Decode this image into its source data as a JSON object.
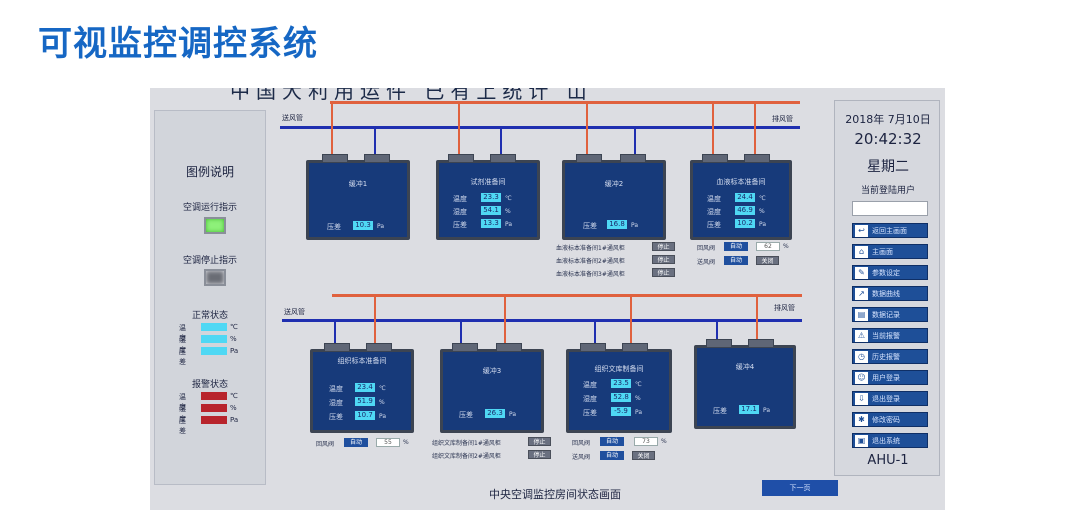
{
  "slide_title": "可视监控调控系统",
  "photo_top_clip": "中国大利用运件 已有上统计 山",
  "legend": {
    "title": "图例说明",
    "run_label": "空调运行指示",
    "stop_label": "空调停止指示",
    "normal_label": "正常状态",
    "alarm_label": "报警状态",
    "rows": [
      {
        "label": "温度",
        "unit": "℃"
      },
      {
        "label": "湿度",
        "unit": "%"
      },
      {
        "label": "压差",
        "unit": "Pa"
      }
    ],
    "colors": {
      "normal": "#4fd8f4",
      "alarm": "#b8242c",
      "run": "#8ef07a",
      "stop": "#6a6d75"
    }
  },
  "pipes": {
    "supply_top": "送风管",
    "exhaust_top": "排风管",
    "supply_bottom": "送风管",
    "exhaust_bottom": "排风管"
  },
  "units_top": [
    {
      "name": "缓冲1",
      "pressure": "10.3"
    },
    {
      "name": "试剂准备间",
      "temp": "23.3",
      "humidity": "54.1",
      "pressure": "13.3"
    },
    {
      "name": "缓冲2",
      "pressure": "16.8"
    },
    {
      "name": "血液标本准备间",
      "temp": "24.4",
      "humidity": "46.9",
      "pressure": "10.2"
    }
  ],
  "units_bottom": [
    {
      "name": "组织标本准备间",
      "temp": "23.4",
      "humidity": "51.9",
      "pressure": "10.7"
    },
    {
      "name": "缓冲3",
      "pressure": "26.3"
    },
    {
      "name": "组织文库制备间",
      "temp": "23.5",
      "humidity": "52.8",
      "pressure": "-5.9"
    },
    {
      "name": "缓冲4",
      "pressure": "17.1"
    }
  ],
  "labels": {
    "temp": "温度",
    "humidity": "湿度",
    "pressure": "压差",
    "unit_temp": "℃",
    "unit_hum": "%",
    "unit_pa": "Pa"
  },
  "top_controls": {
    "fan1": "血液标本准备间1#通风柜",
    "fan2": "血液标本准备间2#通风柜",
    "fan3": "血液标本准备间3#通风柜",
    "stop": "停止",
    "return_valve": "回风阀",
    "supply_valve": "送风阀",
    "auto": "自动",
    "off": "关闭",
    "valve_value": "62",
    "percent": "%"
  },
  "bottom_controls": {
    "return_valve_left": "回风阀",
    "auto_left": "自动",
    "value_left": "55",
    "percent": "%",
    "fan1": "组织文库制备间1#通风柜",
    "fan2": "组织文库制备间2#通风柜",
    "stop": "停止",
    "return_valve_right": "回风阀",
    "supply_valve_right": "送风阀",
    "auto_right": "自动",
    "off": "关闭",
    "value_right": "73"
  },
  "right_panel": {
    "date": "2018年 7月10日",
    "time": "20:42:32",
    "weekday": "星期二",
    "user_label": "当前登陆用户",
    "menu": [
      {
        "label": "返回主画面",
        "icon": "back-icon"
      },
      {
        "label": "主画面",
        "icon": "home-icon"
      },
      {
        "label": "参数设定",
        "icon": "settings-icon"
      },
      {
        "label": "数据曲线",
        "icon": "chart-icon"
      },
      {
        "label": "数据记录",
        "icon": "record-icon"
      },
      {
        "label": "当前报警",
        "icon": "alarm-icon"
      },
      {
        "label": "历史报警",
        "icon": "history-icon"
      },
      {
        "label": "用户登录",
        "icon": "login-icon"
      },
      {
        "label": "退出登录",
        "icon": "logout-icon"
      },
      {
        "label": "修改密码",
        "icon": "password-icon"
      },
      {
        "label": "退出系统",
        "icon": "exit-icon"
      }
    ],
    "device": "AHU-1"
  },
  "footer": {
    "title": "中央空调监控房间状态画面",
    "next": "下一页"
  }
}
